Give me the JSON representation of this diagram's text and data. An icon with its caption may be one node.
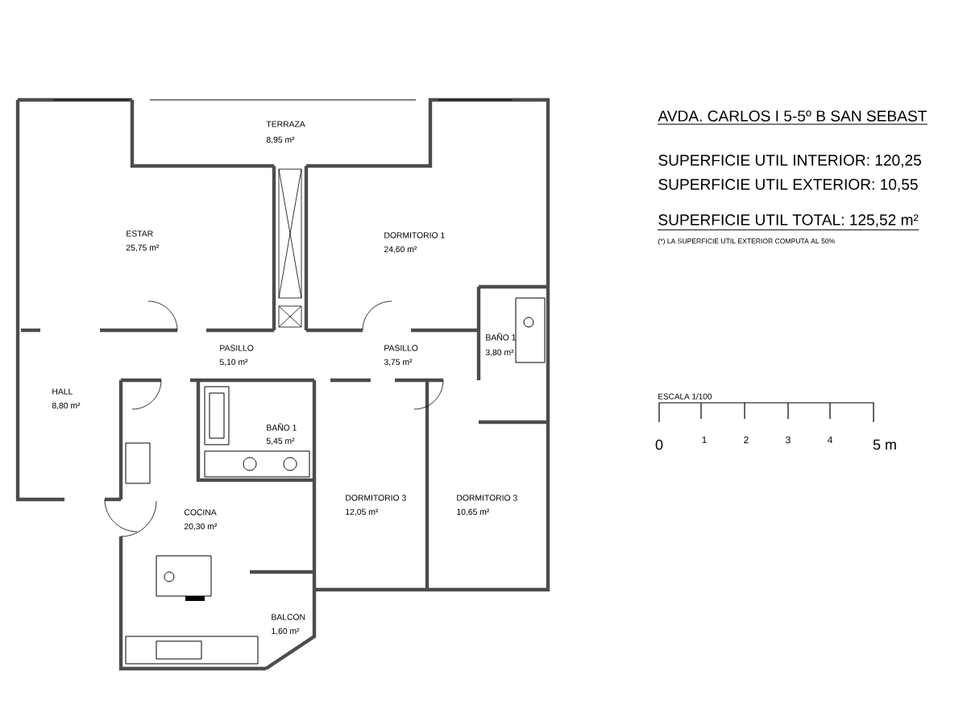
{
  "diagram": {
    "title": "AVDA. CARLOS I 5-5º B SAN SEBAST",
    "labels": [
      "TERRAZA",
      "8,95 m²",
      "ESTAR",
      "25,75 m²",
      "DORMITORIO 1",
      "24,60 m²",
      "PASILLO",
      "5,10 m²",
      "PASILLO",
      "3,75 m²",
      "BAÑO 1",
      "3,80 m²",
      "HALL",
      "8,80 m²",
      "BAÑO 1",
      "5,45 m²",
      "COCINA",
      "20,30 m²",
      "DORMITORIO 3",
      "12,05 m²",
      "DORMITORIO 3",
      "10,65 m²",
      "BALCON",
      "1,60 m²",
      "SUPERFICIE UTIL INTERIOR: 120,25",
      "SUPERFICIE UTIL EXTERIOR: 10,55",
      "SUPERFICIE UTIL TOTAL: 125,52 m²",
      "(*) LA SUPERFICIE UTIL EXTERIOR COMPUTA AL 50%",
      "ESCALA 1/100",
      "0",
      "1",
      "2",
      "3",
      "4",
      "5 m"
    ]
  }
}
